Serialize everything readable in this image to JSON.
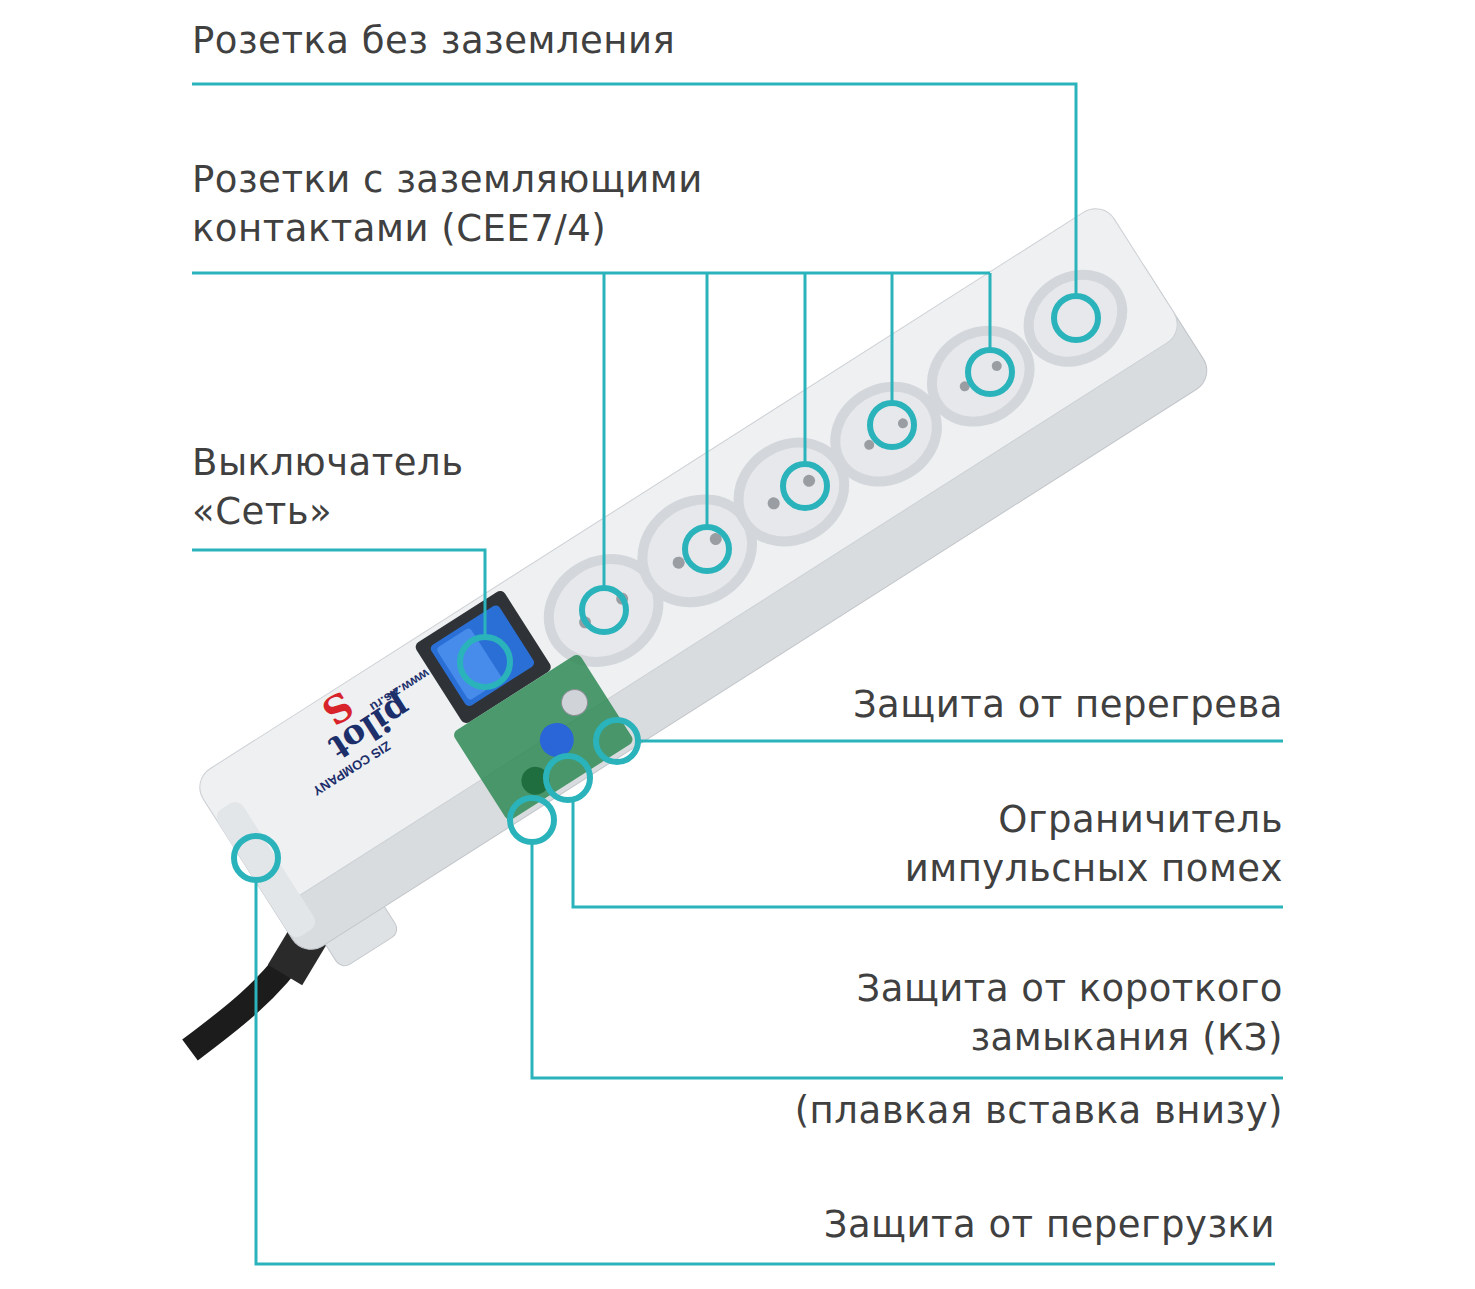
{
  "diagram": {
    "labels": [
      "Розетка без заземления",
      "Розетки с заземляющими контактами (CEE7/4)",
      "Выключатель «Сеть»",
      "Защита от перегрева",
      "Ограничитель импульсных помех",
      "Защита от короткого замыкания (КЗ)",
      "(плавкая вставка внизу)",
      "Защита от перегрузки",
      "pilot",
      "S",
      "ZIS COMPANY",
      "www.zis.ru"
    ]
  }
}
